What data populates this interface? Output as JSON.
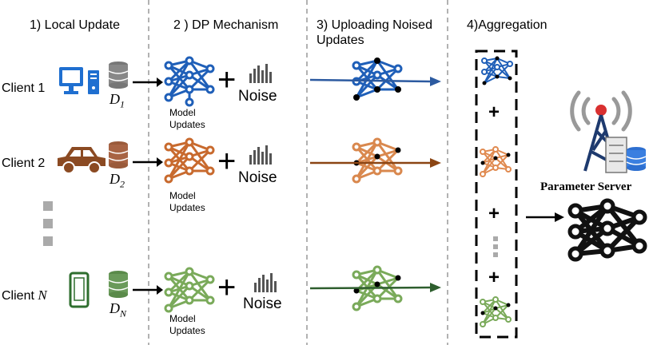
{
  "stages": [
    {
      "label": "1) Local Update"
    },
    {
      "label": "2 ) DP Mechanism"
    },
    {
      "label": "3) Uploading Noised Updates"
    },
    {
      "label": "4)Aggregation"
    }
  ],
  "clients": [
    {
      "name": "Client 1",
      "dataset_base": "D",
      "dataset_sub": "1",
      "device": "desktop-computer",
      "color": "#1f5fb8",
      "arrow_color": "#2c5aa0"
    },
    {
      "name": "Client 2",
      "dataset_base": "D",
      "dataset_sub": "2",
      "device": "car",
      "color": "#c86a2e",
      "arrow_color": "#8b4513"
    },
    {
      "name_prefix": "Client ",
      "name_var": "N",
      "dataset_base": "D",
      "dataset_sub": "N",
      "device": "smartphone",
      "color": "#6a9a4a",
      "arrow_color": "#2e5e2e"
    }
  ],
  "dp": {
    "model_updates_label": "Model Updates",
    "noise_label": "Noise",
    "plus": "+"
  },
  "aggregation": {
    "plus": "+"
  },
  "server": {
    "label": "Parameter Server",
    "icons": [
      "antenna-tower",
      "server-database"
    ]
  },
  "colors": {
    "database": "#888888",
    "dashed_divider": "#999999",
    "server_network": "#111111",
    "ellipsis": "#aaaaaa"
  }
}
